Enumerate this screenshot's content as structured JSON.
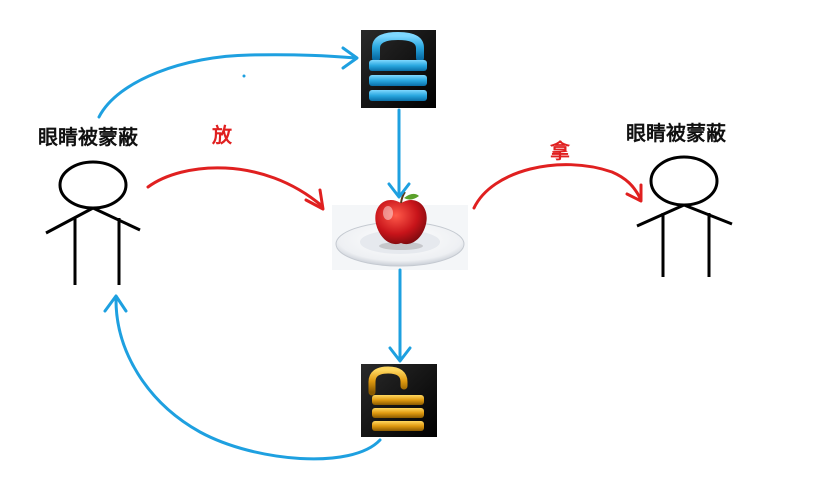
{
  "diagram": {
    "left_person": {
      "label": "眼睛被蒙蔽"
    },
    "right_person": {
      "label": "眼睛被蒙蔽"
    },
    "put_action": {
      "label": "放"
    },
    "take_action": {
      "label": "拿"
    },
    "locked_lock": {
      "icon": "locked-padlock-icon",
      "color": "#33aadd"
    },
    "unlocked_lock": {
      "icon": "unlocked-padlock-icon",
      "color": "#e0a020"
    },
    "apple_plate": {
      "icon": "apple-on-plate-icon"
    },
    "colors": {
      "flow_arrow": "#1ea0e0",
      "action_arrow": "#e02020",
      "action_text": "#e02020"
    }
  }
}
